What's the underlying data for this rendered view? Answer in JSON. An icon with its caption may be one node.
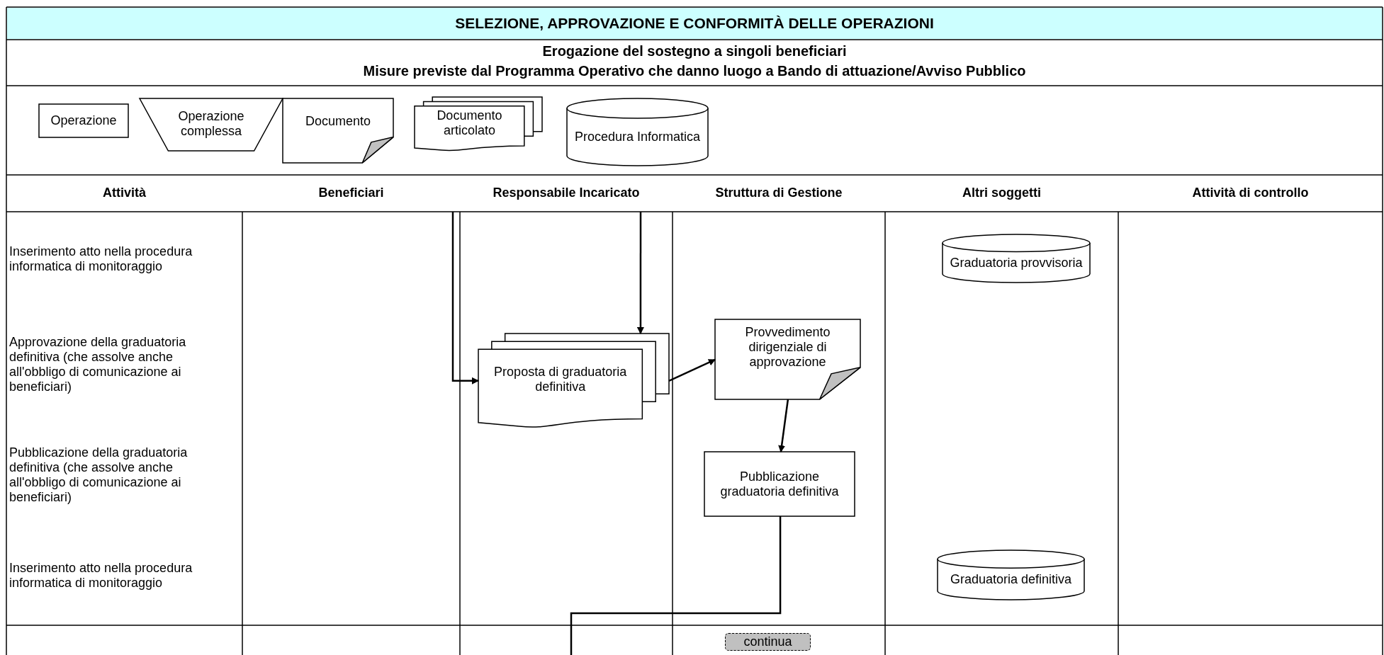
{
  "diagram": {
    "title": "SELEZIONE, APPROVAZIONE E CONFORMITÀ DELLE OPERAZIONI",
    "nodes": [
      {
        "text": [
          "Operazione"
        ]
      },
      {
        "text": [
          "Operazione complessa"
        ]
      },
      {
        "text": [
          "Documento"
        ]
      },
      {
        "text": [
          "Documento articolato"
        ]
      },
      {
        "text": [
          "Procedura Informatica"
        ]
      },
      {
        "text": [
          "Graduatoria provvisoria"
        ]
      },
      {
        "text": [
          "Proposta di graduatoria definitiva"
        ]
      },
      {
        "text": [
          "Provvedimento dirigenziale di approvazione"
        ]
      },
      {
        "text": [
          "Pubblicazione graduatoria definitiva"
        ]
      },
      {
        "text": [
          "Graduatoria definitiva"
        ]
      },
      {
        "text": [
          "continua"
        ]
      }
    ],
    "edges": [
      {
        "from": null,
        "to": 6,
        "arrow": "to"
      },
      {
        "from": null,
        "to": 6,
        "arrow": "to"
      },
      {
        "from": 6,
        "to": 7,
        "arrow": "to"
      },
      {
        "from": 7,
        "to": 8,
        "arrow": "to"
      },
      {
        "from": 8,
        "to": null,
        "arrow": "none"
      }
    ],
    "labels": [
      "Erogazione del sostegno a singoli beneficiari",
      "Misure previste dal Programma Operativo che danno luogo a Bando di attuazione/Avviso Pubblico",
      "Attività",
      "Beneficiari",
      "Responsabile Incaricato",
      "Struttura di Gestione",
      "Altri soggetti",
      "Attività di controllo",
      "Inserimento atto nella procedura informatica di monitoraggio",
      "Approvazione della graduatoria definitiva (che assolve anche all'obbligo di comunicazione ai beneficiari)",
      "Pubblicazione della graduatoria definitiva (che assolve anche all'obbligo di comunicazione ai beneficiari)",
      "Inserimento atto nella procedura informatica di monitoraggio"
    ]
  }
}
